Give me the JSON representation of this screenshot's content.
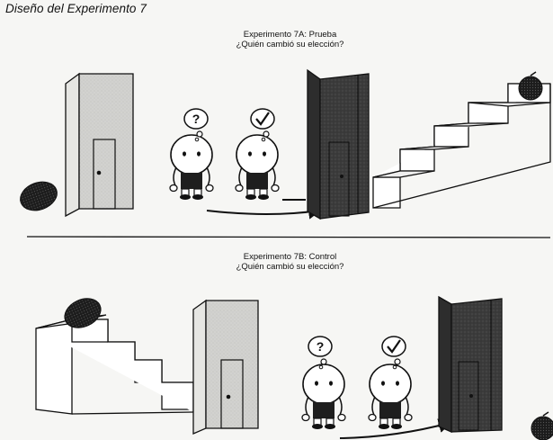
{
  "figure": {
    "title": "Diseño del Experimento 7"
  },
  "panels": [
    {
      "title": "Experimento 7A: Prueba",
      "question": "¿Quién cambió su elección?",
      "thought_bubbles": [
        {
          "symbol": "?"
        },
        {
          "symbol": "✓"
        }
      ]
    },
    {
      "title": "Experimento 7B: Control",
      "question": "¿Quién cambió su elección?",
      "thought_bubbles": [
        {
          "symbol": "?"
        },
        {
          "symbol": "✓"
        }
      ]
    }
  ],
  "colors": {
    "ink": "#111111",
    "light_door": "#c9c9c6",
    "dark_door": "#3a3a3a",
    "ball": "#1c1c1c",
    "background": "#f6f6f4"
  }
}
